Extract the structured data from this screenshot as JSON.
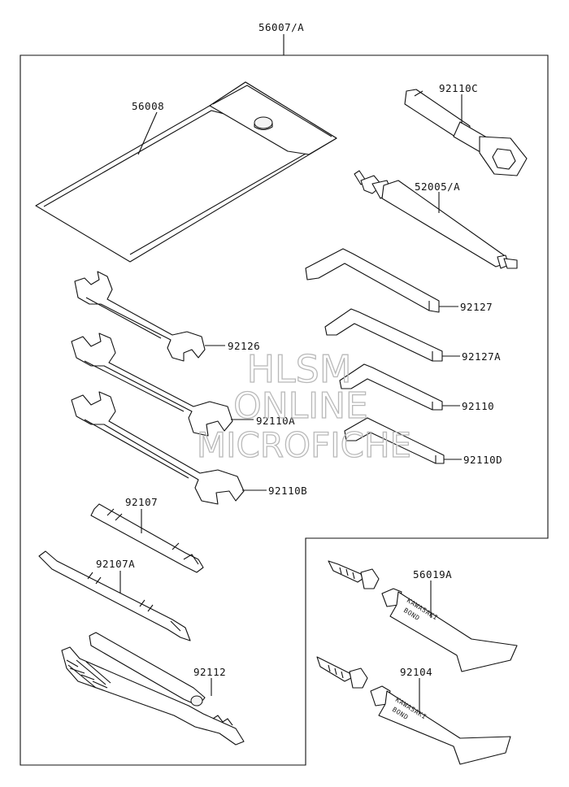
{
  "parts": {
    "kit": "56007/A",
    "pouch": "56008",
    "plug_wrench": "92110C",
    "handle_bar": "52005/A",
    "hex_1": "92127",
    "hex_2": "92127A",
    "hex_3": "92110",
    "hex_4": "92110D",
    "wrench_1": "92126",
    "wrench_2": "92110A",
    "wrench_3": "92110B",
    "screwdriver_1": "92107",
    "screwdriver_2": "92107A",
    "pliers": "92112",
    "bond_1": "56019A",
    "bond_2": "92104"
  },
  "tube_text": {
    "brand": "KAWASAKI",
    "product": "BOND"
  },
  "watermark": {
    "line1": "HLSM",
    "line2": "ONLINE",
    "line3": "MICROFICHE"
  }
}
